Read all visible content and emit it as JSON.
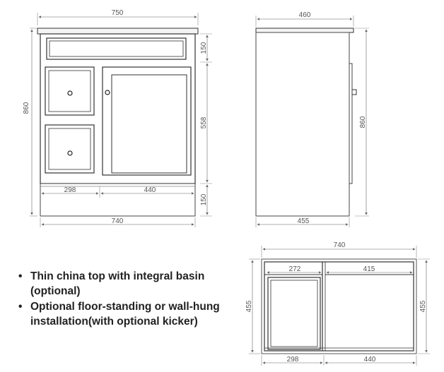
{
  "front_view": {
    "width_top": "750",
    "height_total": "860",
    "top_drawer_height": "150",
    "door_height": "558",
    "left_section_width": "298",
    "door_width": "440",
    "kicker_height": "150",
    "width_bottom": "740"
  },
  "side_view": {
    "depth_top": "460",
    "height": "860",
    "depth_bottom": "455"
  },
  "plan_view": {
    "width_total": "740",
    "depth_left": "455",
    "depth_right": "455",
    "left_inner_width": "272",
    "right_inner_width": "415",
    "left_section_width": "298",
    "right_section_width": "440"
  },
  "features": [
    "Thin china top with integral basin (optional)",
    "Optional floor-standing or wall-hung installation(with optional kicker)"
  ]
}
